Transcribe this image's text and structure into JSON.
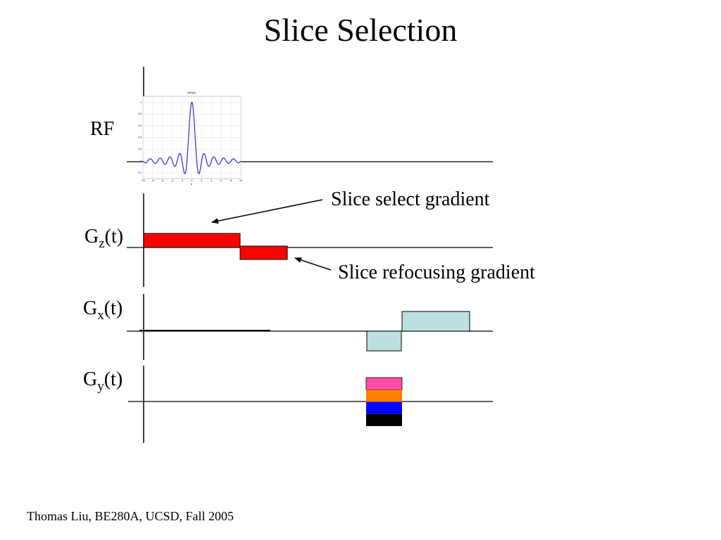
{
  "title": "Slice Selection",
  "footer": "Thomas Liu, BE280A, UCSD, Fall 2005",
  "channels": {
    "rf": {
      "label": "RF"
    },
    "gz": {
      "base": "G",
      "sub": "z",
      "suffix": "(t)"
    },
    "gx": {
      "base": "G",
      "sub": "x",
      "suffix": "(t)"
    },
    "gy": {
      "base": "G",
      "sub": "y",
      "suffix": "(t)"
    }
  },
  "annotations": {
    "slice_select": "Slice select gradient",
    "slice_refocus": "Slice refocusing gradient"
  },
  "inset": {
    "title": "sinc(k)",
    "x_label": "k",
    "x_ticks": [
      "-10",
      "-8",
      "-6",
      "-4",
      "-2",
      "0",
      "2",
      "4",
      "6",
      "8",
      "10"
    ],
    "y_ticks": [
      "1",
      "0.8",
      "0.6",
      "0.4",
      "0.2",
      "0",
      "-0.2"
    ]
  },
  "colors": {
    "gz_pulse": "#ff0000",
    "gx_pulse": "#bde0e0",
    "gy_steps": [
      "#ff4da6",
      "#ff8000",
      "#0000ff",
      "#000000"
    ],
    "sinc_line": "#3b3bd6"
  }
}
